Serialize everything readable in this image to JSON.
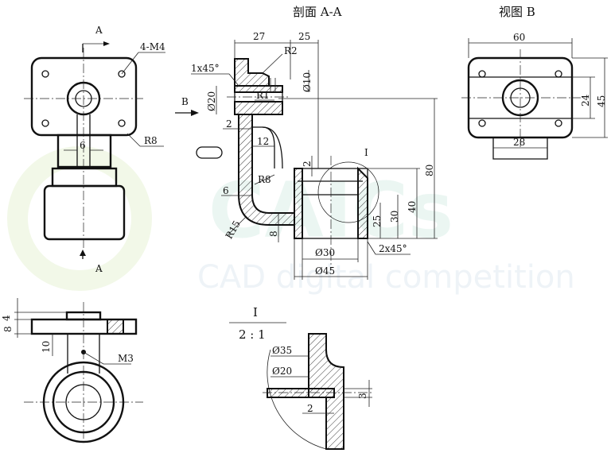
{
  "titles": {
    "section_view": "剖面 A-A",
    "view_b": "视图 B",
    "detail_id": "I",
    "detail_scale": "2 : 1"
  },
  "markers": {
    "section_top": "A",
    "section_bottom": "A",
    "view_arrow": "B",
    "detail_circle": "I"
  },
  "watermark": {
    "brand": "CAICs",
    "tagline": "CAD digital competition"
  },
  "dimensions": {
    "front": [
      "4-M4",
      "6",
      "R8"
    ],
    "bottom_left": [
      "8",
      "4",
      "10",
      "M3"
    ],
    "section": [
      "27",
      "25",
      "R2",
      "1x45°",
      "Ø10",
      "Ø20",
      "R1",
      "2",
      "12",
      "6",
      "R8",
      "R15",
      "8",
      "2",
      "80",
      "40",
      "30",
      "25",
      "Ø30",
      "Ø45",
      "2x45°"
    ],
    "view_b": [
      "60",
      "24",
      "45",
      "28"
    ],
    "detail": [
      "Ø35",
      "Ø20",
      "3",
      "2"
    ]
  }
}
